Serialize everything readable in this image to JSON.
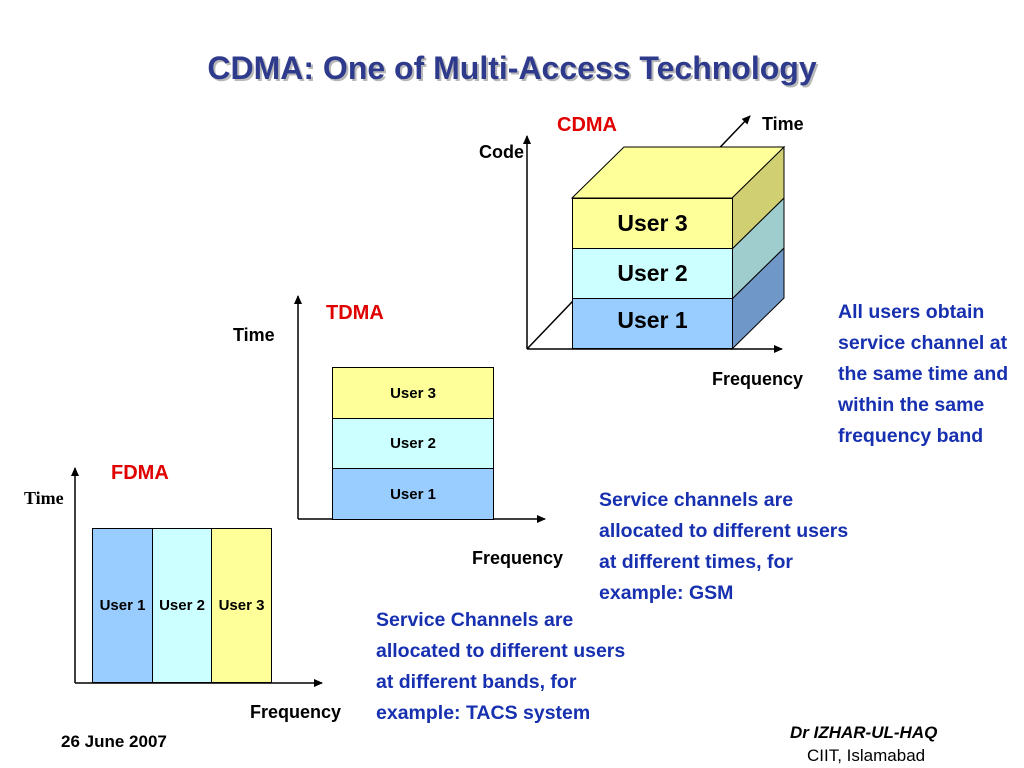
{
  "title": "CDMA: One of Multi-Access Technology",
  "cdma": {
    "label": "CDMA",
    "axis_y": "Code",
    "axis_z": "Time",
    "axis_x": "Frequency",
    "users": [
      "User 1",
      "User 2",
      "User 3"
    ],
    "description": "All users obtain service channel at the same time and within the same frequency band"
  },
  "tdma": {
    "label": "TDMA",
    "axis_y": "Time",
    "axis_x": "Frequency",
    "users": [
      "User 1",
      "User 2",
      "User 3"
    ],
    "description": "Service channels are allocated to different users at different times, for example: GSM"
  },
  "fdma": {
    "label": "FDMA",
    "axis_y": "Time",
    "axis_x": "Frequency",
    "users": [
      "User 1",
      "User 2",
      "User 3"
    ],
    "description": "Service Channels are allocated to different users at different bands, for example: TACS system"
  },
  "footer": {
    "date": "26 June 2007",
    "author": "Dr IZHAR-UL-HAQ",
    "institution": "CIIT, Islamabad"
  },
  "colors": {
    "title": "#2e3a8c",
    "label": "#e00000",
    "description": "#1730b0",
    "user1": "#99ccff",
    "user2": "#ccffff",
    "user3": "#ffff99"
  }
}
